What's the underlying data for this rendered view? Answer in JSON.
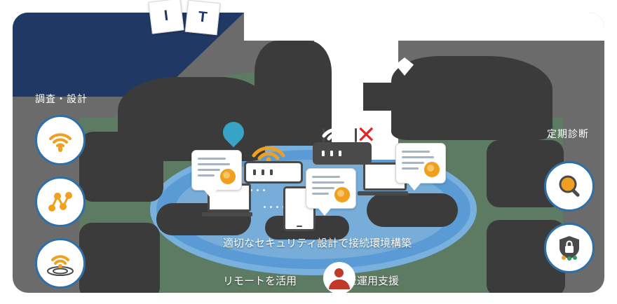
{
  "diagram": {
    "title_cards": [
      {
        "name": "card-i",
        "text": "I"
      },
      {
        "name": "card-t",
        "text": "T"
      }
    ],
    "side_labels": {
      "left": "調査・設計",
      "right": "定期診断"
    },
    "captions": {
      "main": "適切なセキュリティ設計で接続環境構築",
      "remote_prefix": "リモートを活用",
      "remote_suffix": "した運用支援"
    },
    "icons": {
      "left": [
        {
          "name": "wifi-survey-icon",
          "label": "wifi-antenna-icon"
        },
        {
          "name": "network-topology-icon",
          "label": "network-nodes-icon"
        },
        {
          "name": "wifi-coverage-icon",
          "label": "wifi-radar-icon"
        }
      ],
      "right": [
        {
          "name": "magnifier-diagnostic-icon",
          "label": "magnifier-icon"
        },
        {
          "name": "security-shield-icon",
          "label": "shield-lock-icon"
        }
      ],
      "scene": [
        {
          "name": "cloud-upload-icon",
          "label": "teal-drop-icon"
        },
        {
          "name": "router-icon",
          "label": "wireless-router-icon"
        },
        {
          "name": "blocked-router-icon",
          "label": "router-blocked-icon"
        },
        {
          "name": "laptop-icon",
          "label": "laptop-icon"
        },
        {
          "name": "tablet-icon",
          "label": "tablet-icon"
        },
        {
          "name": "certificate-icon",
          "label": "certificate-seal-icon"
        },
        {
          "name": "error-cross-icon",
          "label": "red-x-icon"
        },
        {
          "name": "remote-operator-icon",
          "label": "person-headset-icon"
        }
      ]
    },
    "colors": {
      "panel": "#6b6b6b",
      "sky": "#1f3864",
      "floor": "#5d7b62",
      "network_blue": "#5b9bd5",
      "accent_orange": "#f0a01e",
      "error_red": "#e8251f",
      "badge_border": "#2f6fa8",
      "text": "#ffffff"
    }
  }
}
